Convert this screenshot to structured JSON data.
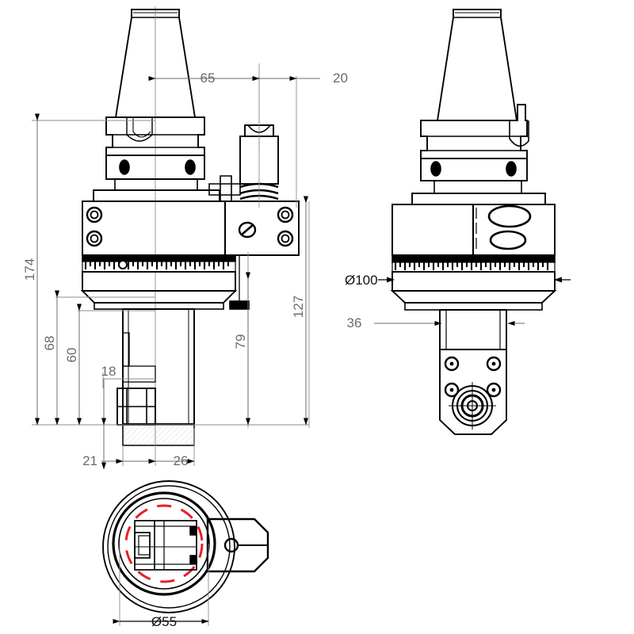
{
  "drawing": {
    "title": "Angle head / right-angle milling head engineering drawing",
    "background_color": "#ffffff",
    "line_color": "#000000",
    "dimension_text_color": "#6b6b6b",
    "highlight_color": "#e8202a",
    "views": [
      {
        "name": "front-section-view",
        "position": "top-left"
      },
      {
        "name": "side-view",
        "position": "top-right"
      },
      {
        "name": "bottom-view",
        "position": "bottom-left"
      }
    ]
  },
  "dimensions": {
    "front_view": {
      "d65": "65",
      "d20": "20",
      "d174": "174",
      "d68": "68",
      "d60": "60",
      "d18": "18",
      "d127": "127",
      "d79": "79",
      "d21": "21",
      "d26": "26"
    },
    "side_view": {
      "d100": "Ø100",
      "d36": "36"
    },
    "bottom_view": {
      "d55": "Ø55"
    }
  }
}
